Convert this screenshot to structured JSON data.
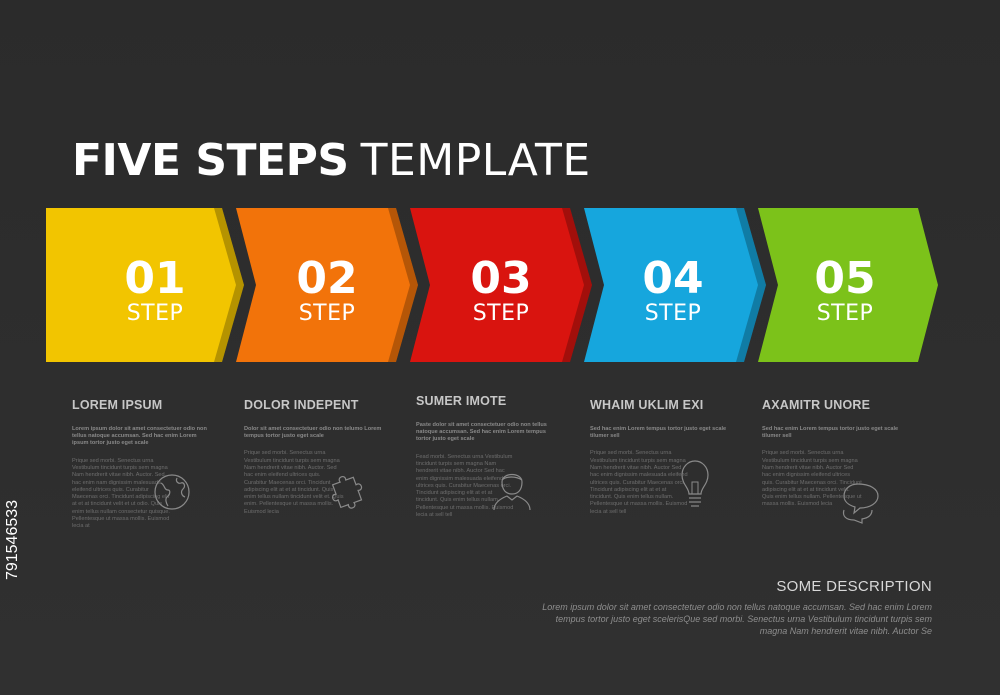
{
  "header": {
    "title_bold": "FIVE STEPS",
    "title_light": "TEMPLATE"
  },
  "steps": [
    {
      "number": "01",
      "word": "STEP",
      "color": "#f2c500"
    },
    {
      "number": "02",
      "word": "STEP",
      "color": "#f2730a"
    },
    {
      "number": "03",
      "word": "STEP",
      "color": "#d9140f"
    },
    {
      "number": "04",
      "word": "STEP",
      "color": "#16a6dd"
    },
    {
      "number": "05",
      "word": "STEP",
      "color": "#7cc21a"
    }
  ],
  "columns": [
    {
      "heading": "LOREM IPSUM",
      "lead": "Lorem ipsum dolor sit amet consectetuer odio non tellus natoque accumsan. Sed hac enim Lorem ipsum tortor justo eget scale",
      "body": "Prique sed morbi. Senectus urna Vestibulum tincidunt turpis sem magna Nam hendrerit vitae nibh. Auctor. Sed hac enim nam dignissim malesuada eleifend ultrices quis. Curabitur Maecenas orci. Tincidunt adipiscing elit at et at tincidunt velit et ut odio. Quis enim tellus nullam consectetur quisque. Pellentesque ut massa mollis. Euismod lecia at",
      "icon": "globe-icon"
    },
    {
      "heading": "DOLOR INDEPENT",
      "lead": "Dolor sit amet consectetuer odio non telumo Lorem tempus tortor justo eget scale",
      "body": "Prique sed morbi. Senectus urna Vestibulum tincidunt turpis sem magna Nam hendrerit vitae nibh. Auctor. Sed hac enim eleifend ultrices quis. Curabitur Maecenas orci. Tincidunt adipiscing elit at et at tincidunt. Quis enim tellus nullam tincidunt velit et. Quis enim. Pellentesque ut massa mollis. Euismod lecia",
      "icon": "puzzle-icon"
    },
    {
      "heading": "SUMER IMOTE",
      "lead": "Paste dolor sit amet consectetuer odio non tellus natoque accumsan. Sed hac enim Lorem tempus tortor justo eget scale",
      "body": "Fead morbi. Senectus urna Vestibulum tincidunt turpis sem magna Nam hendrerit vitae nibh. Auctor Sed hac enim dignissim malesuada eleifend ultrices quis. Curabitur Maecenas orci. Tincidunt adipiscing elit at et at tincidunt. Quis enim tellus nullam. Pellentesque ut massa mollis. Euismod lecia at sell tell",
      "icon": "person-icon"
    },
    {
      "heading": "WHAIM UKLIM EXI",
      "lead": "Sed hac enim Lorem tempus tortor justo eget scale tilumer sell",
      "body": "Prique sed morbi. Senectus urna Vestibulum tincidunt turpis sem magna Nam hendrerit vitae nibh. Auctor Sed hac enim dignissim malesuada eleifend ultrices quis. Curabitur Maecenas orci. Tincidunt adipiscing elit at et at tincidunt. Quis enim tellus nullam. Pellentesque ut massa mollis. Euismod lecia at sell tell",
      "icon": "lightbulb-icon"
    },
    {
      "heading": "AXAMITR UNORE",
      "lead": "Sed hac enim Lorem tempus tortor justo eget scale tilumer sell",
      "body": "Prique sed morbi. Senectus urna Vestibulum tincidunt turpis sem magna Nam hendrerit vitae nibh. Auctor Sed hac enim dignissim eleifend ultrices quis. Curabitur Maecenas orci. Tincidunt adipiscing elit at et at tincidunt velit. Quis enim tellus nullam. Pellentesque ut massa mollis. Euismod lecia",
      "icon": "speech-bubbles-icon"
    }
  ],
  "description": {
    "title": "SOME DESCRIPTION",
    "text": "Lorem ipsum dolor sit amet consectetuer odio non tellus natoque accumsan. Sed hac enim Lorem tempus tortor justo eget scelerisQue sed morbi. Senectus urna Vestibulum tincidunt turpis sem magna Nam hendrerit vitae nibh. Auctor Se"
  },
  "stock_id": "791546533"
}
